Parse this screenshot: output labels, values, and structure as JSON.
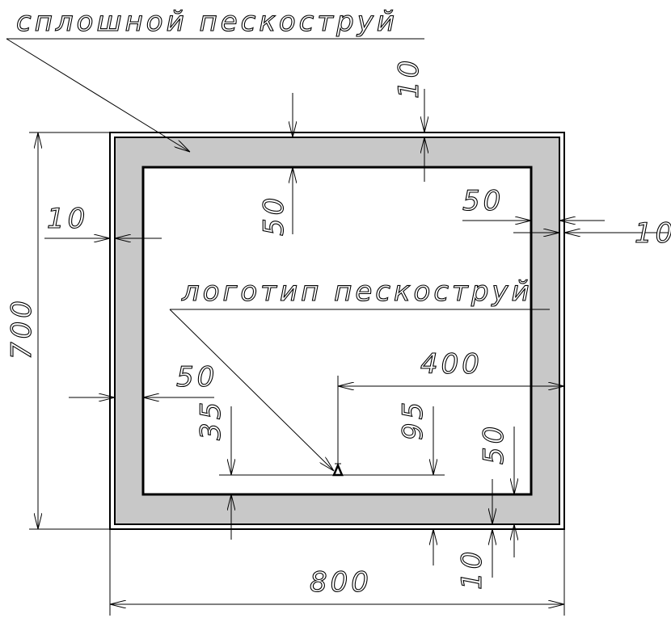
{
  "labels": {
    "solid_sandblast": "сплошной пескоструй",
    "logo_sandblast": "логотип пескоструй"
  },
  "dimensions": {
    "top_edge": "10",
    "top_band": "50",
    "right_band": "50",
    "right_edge": "10",
    "left_edge": "10",
    "left_band": "50",
    "height": "700",
    "logo_offset_x": "400",
    "logo_to_bottom_left": "35",
    "logo_to_bottom_right": "95",
    "bottom_band": "50",
    "bottom_edge": "10",
    "width": "800"
  },
  "colors": {
    "band": "#c8c8c8",
    "line": "#000000"
  }
}
